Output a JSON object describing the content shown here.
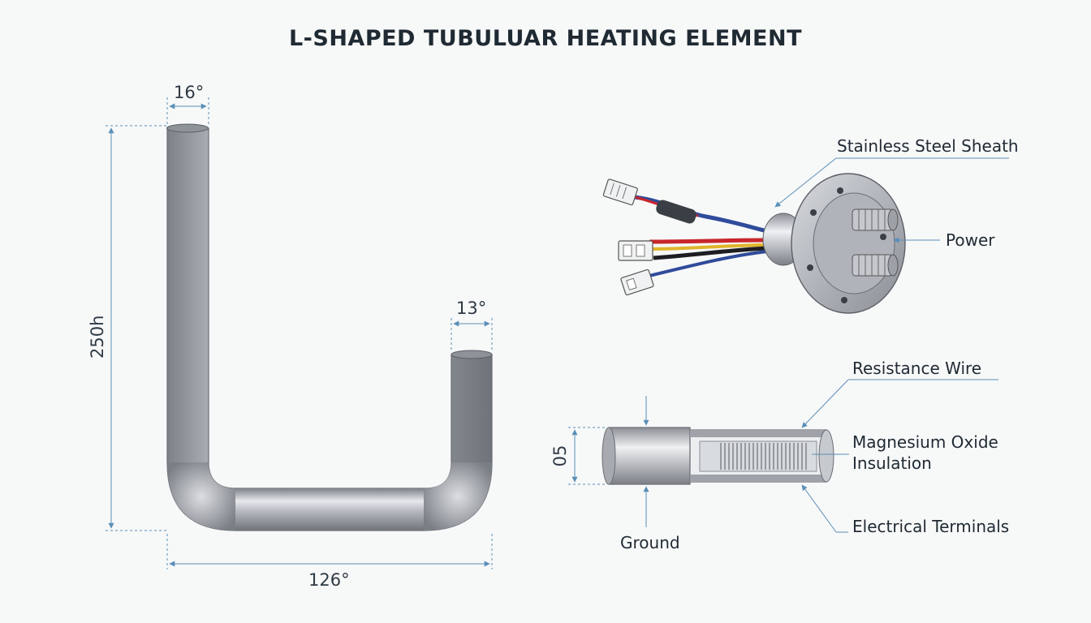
{
  "title": "L-SHAPED TUBULUAR HEATING ELEMENT",
  "dimensions": {
    "top_left_width": "16°",
    "top_right_width": "13°",
    "height": "250h",
    "bottom_width": "126°",
    "section_diameter": "05"
  },
  "callouts": {
    "sheath": "Stainless Steel Sheath",
    "power": "Power",
    "resistance_wire": "Resistance Wire",
    "insulation_line1": "Magnesium Oxide",
    "insulation_line2": "Insulation",
    "terminals": "Electrical Terminals",
    "ground": "Ground"
  },
  "colors": {
    "background": "#f7f8f8",
    "dimension_line": "#5a8fb8",
    "metal": "#a9adb3",
    "wire_red": "#c8262b",
    "wire_blue": "#2f4b9a",
    "wire_yellow": "#e0b52a",
    "wire_black": "#1e1e22"
  }
}
